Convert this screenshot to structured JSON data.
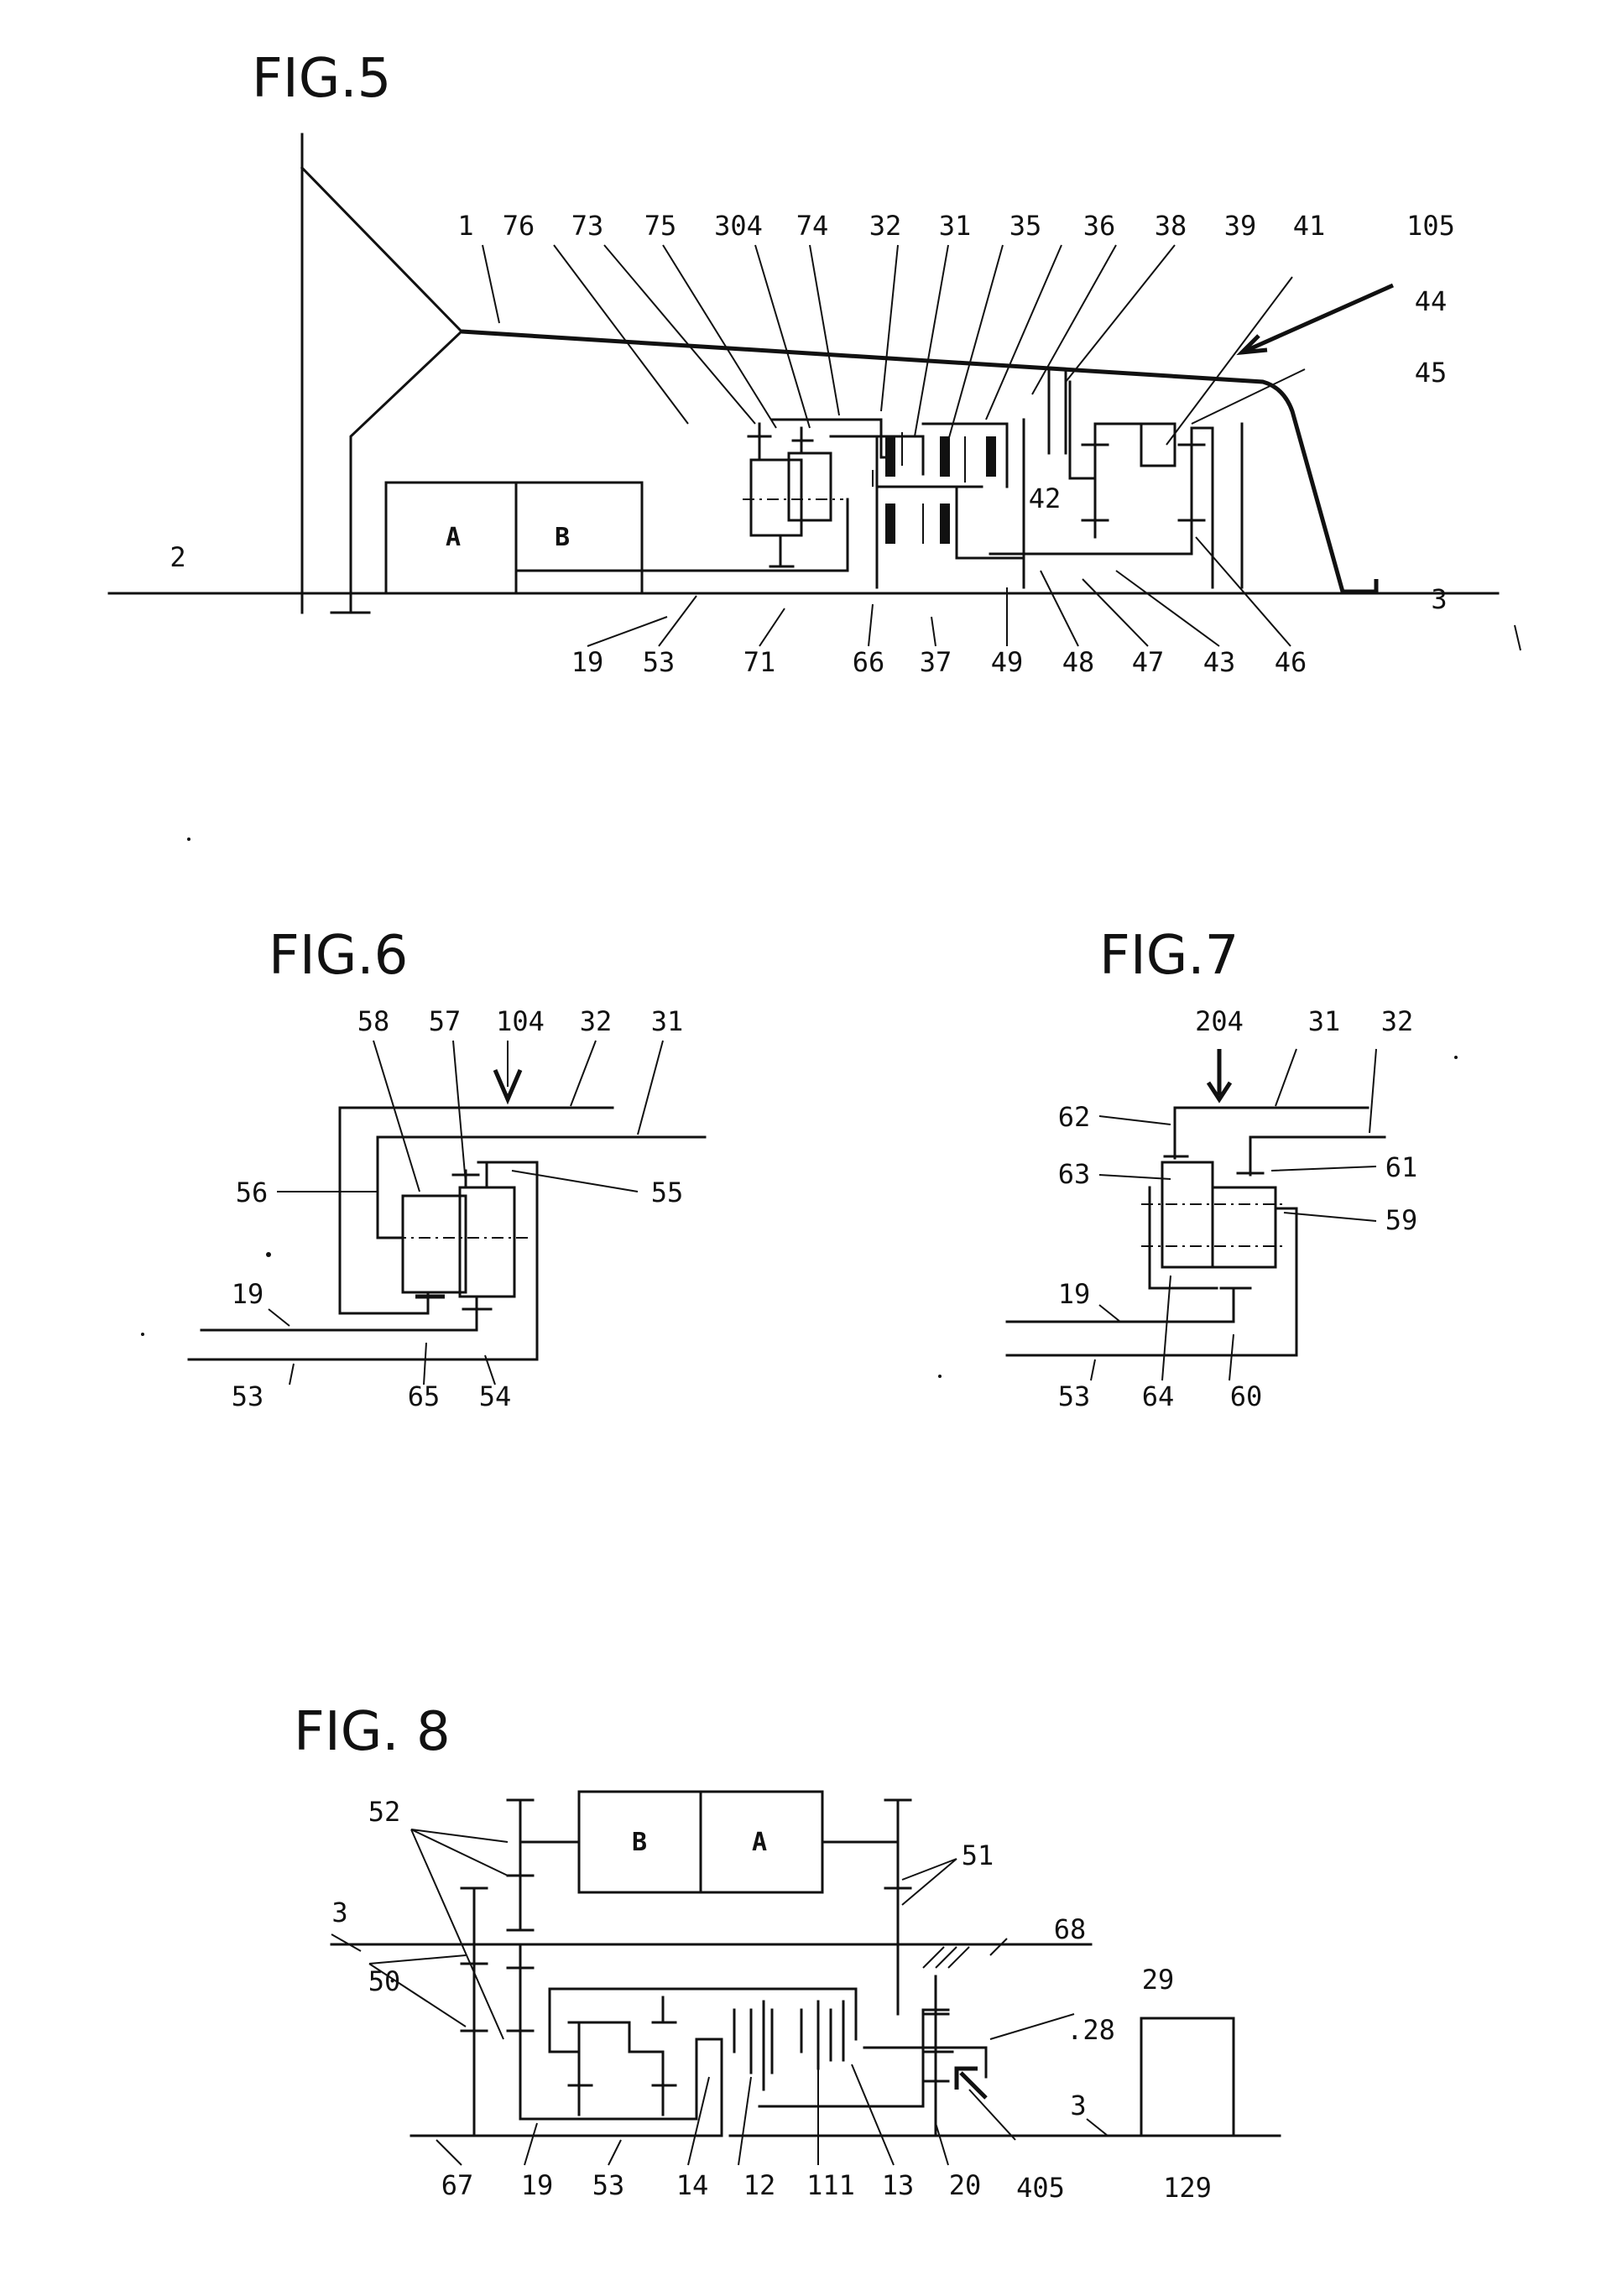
{
  "figures": {
    "fig5": {
      "title": "FIG.5",
      "blocks": {
        "a": "A",
        "b": "B"
      },
      "labels": {
        "l1": "1",
        "l2": "2",
        "l3": "3",
        "l76": "76",
        "l73": "73",
        "l75": "75",
        "l304": "304",
        "l74": "74",
        "l32": "32",
        "l31": "31",
        "l35": "35",
        "l36": "36",
        "l38": "38",
        "l39": "39",
        "l41": "41",
        "l105": "105",
        "l44": "44",
        "l45": "45",
        "l42": "42",
        "l19": "19",
        "l53": "53",
        "l71": "71",
        "l66": "66",
        "l37": "37",
        "l49": "49",
        "l48": "48",
        "l47": "47",
        "l43": "43",
        "l46": "46"
      }
    },
    "fig6": {
      "title": "FIG.6",
      "labels": {
        "l58": "58",
        "l57": "57",
        "l104": "104",
        "l32": "32",
        "l31": "31",
        "l56": "56",
        "l55": "55",
        "l19": "19",
        "l53": "53",
        "l65": "65",
        "l54": "54"
      }
    },
    "fig7": {
      "title": "FIG.7",
      "labels": {
        "l204": "204",
        "l31": "31",
        "l32": "32",
        "l62": "62",
        "l61": "61",
        "l63": "63",
        "l59": "59",
        "l19": "19",
        "l53": "53",
        "l64": "64",
        "l60": "60"
      }
    },
    "fig8": {
      "title": "FIG. 8",
      "blocks": {
        "a": "A",
        "b": "B"
      },
      "labels": {
        "l52": "52",
        "l51": "51",
        "l3a": "3",
        "l68": "68",
        "l29": "29",
        "l50": "50",
        "l28": ".28",
        "l3b": "3",
        "l67": "67",
        "l19": "19",
        "l53": "53",
        "l14": "14",
        "l12": "12",
        "l111": "111",
        "l13": "13",
        "l20": "20",
        "l405": "405",
        "l129": "129"
      }
    }
  }
}
